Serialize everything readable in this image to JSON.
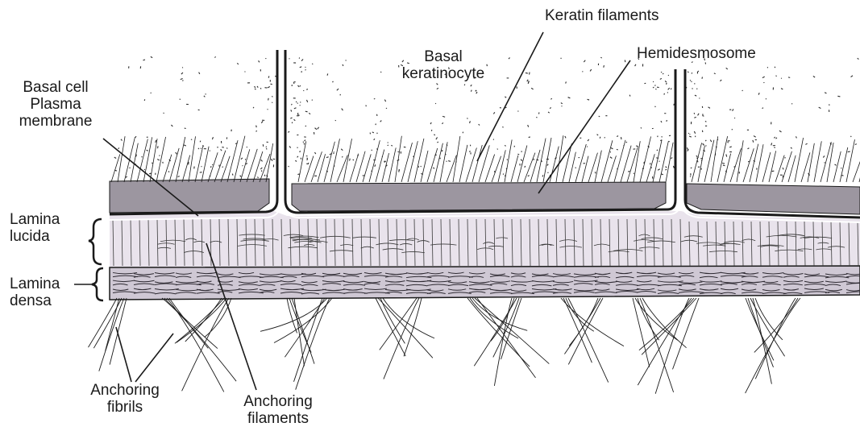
{
  "labels": {
    "keratin_filaments": "Keratin filaments",
    "basal_keratinocyte": [
      "Basal",
      "keratinocyte"
    ],
    "hemidesmosome": "Hemidesmosome",
    "basal_cell_plasma_membrane": [
      "Basal cell",
      "Plasma",
      "membrane"
    ],
    "lamina_lucida": [
      "Lamina",
      "lucida"
    ],
    "lamina_densa": [
      "Lamina",
      "densa"
    ],
    "anchoring_fibrils": [
      "Anchoring",
      "fibrils"
    ],
    "anchoring_filaments": [
      "Anchoring",
      "filaments"
    ]
  },
  "colors": {
    "ink": "#1a1a1a",
    "lamina_lucida_fill": "#e9e3ec",
    "lamina_densa_fill": "#cfc8d4",
    "hemidesmosome_plaque": "#9c96a0",
    "stipple": "#2b2b2b"
  }
}
